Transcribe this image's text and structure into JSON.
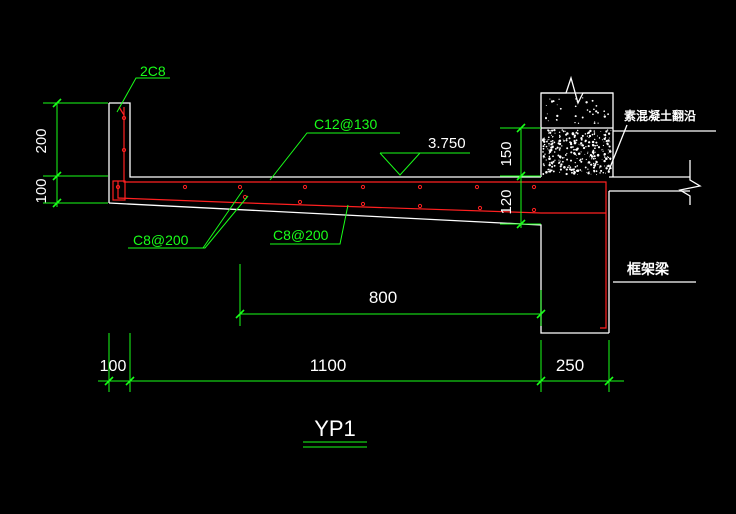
{
  "drawing": {
    "title": "YP1",
    "colors": {
      "background": "#000000",
      "outline": "#ffffff",
      "dimension": "#19ff19",
      "rebar": "#ff2020",
      "concrete": "#ffffff"
    },
    "dimensions": {
      "height_200": "200",
      "height_100": "100",
      "height_150": "150",
      "height_120": "120",
      "span_800": "800",
      "width_100": "100",
      "width_1100": "1100",
      "width_250": "250"
    },
    "rebar_labels": {
      "top_edge": "2C8",
      "main_top": "C12@130",
      "dist_1": "C8@200",
      "dist_2": "C8@200"
    },
    "elevation": "3.750",
    "notes": {
      "concrete_curb": "素混凝土翻沿",
      "frame_beam": "框架梁"
    }
  }
}
